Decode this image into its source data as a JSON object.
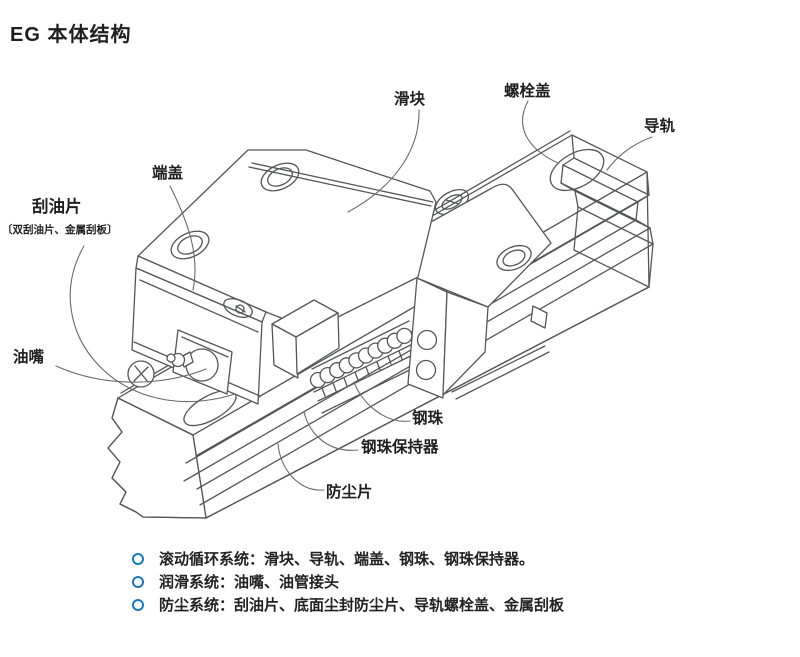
{
  "title": "EG 本体结构",
  "diagram": {
    "labels": {
      "slider": "滑块",
      "bolt_cover": "螺栓盖",
      "rail": "导轨",
      "end_cap": "端盖",
      "oil_scraper": "刮油片",
      "oil_scraper_note": "〔双刮油片、金属刮板〕",
      "grease_nipple": "油嘴",
      "steel_ball": "钢珠",
      "ball_retainer": "钢珠保持器",
      "dust_seal": "防尘片"
    }
  },
  "legend": {
    "items": [
      {
        "text": "滚动循环系统：滑块、导轨、端盖、钢珠、钢珠保持器。"
      },
      {
        "text": "润滑系统：油嘴、油管接头"
      },
      {
        "text": "防尘系统：刮油片、底面尘封防尘片、导轨螺栓盖、金属刮板"
      }
    ]
  },
  "colors": {
    "accent_bullet": "#1878be",
    "drawing_line": "#55565a",
    "text": "#1f1f1f"
  }
}
